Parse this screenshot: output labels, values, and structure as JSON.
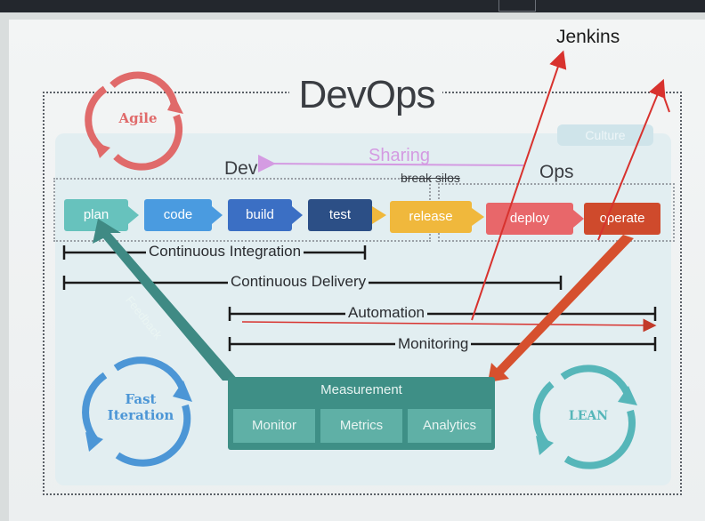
{
  "title": "DevOps",
  "culture_label": "Culture",
  "dev_label": "Dev",
  "ops_label": "Ops",
  "sharing_label": "Sharing",
  "break_silos_label": "break silos",
  "pipeline": [
    {
      "label": "plan",
      "color": "#67c2bd"
    },
    {
      "label": "code",
      "color": "#4a9be0"
    },
    {
      "label": "build",
      "color": "#3b6fc4"
    },
    {
      "label": "test",
      "color": "#2c4f86"
    },
    {
      "label": "release",
      "color": "#f0b83c"
    },
    {
      "label": "deploy",
      "color": "#e8676a"
    },
    {
      "label": "operate",
      "color": "#cf4a2c"
    }
  ],
  "bars": {
    "ci": "Continuous Integration",
    "cd": "Continuous Delivery",
    "automation": "Automation",
    "monitoring": "Monitoring"
  },
  "feedback_label": "Feedback",
  "measurement": {
    "title": "Measurement",
    "cells": [
      "Monitor",
      "Metrics",
      "Analytics"
    ]
  },
  "cycles": {
    "agile": "Agile",
    "fast_iteration": "Fast Iteration",
    "lean": "LEAN"
  },
  "annotation": {
    "jenkins": "Jenkins"
  },
  "colors": {
    "agile": "#e06a6a",
    "fast_iteration": "#4c96d6",
    "lean": "#56b6b9",
    "feedback_arrow": "#3f8a84",
    "operate_arrow": "#d6502e",
    "sharing": "#d49be2",
    "handwriting": "#d8322e"
  }
}
